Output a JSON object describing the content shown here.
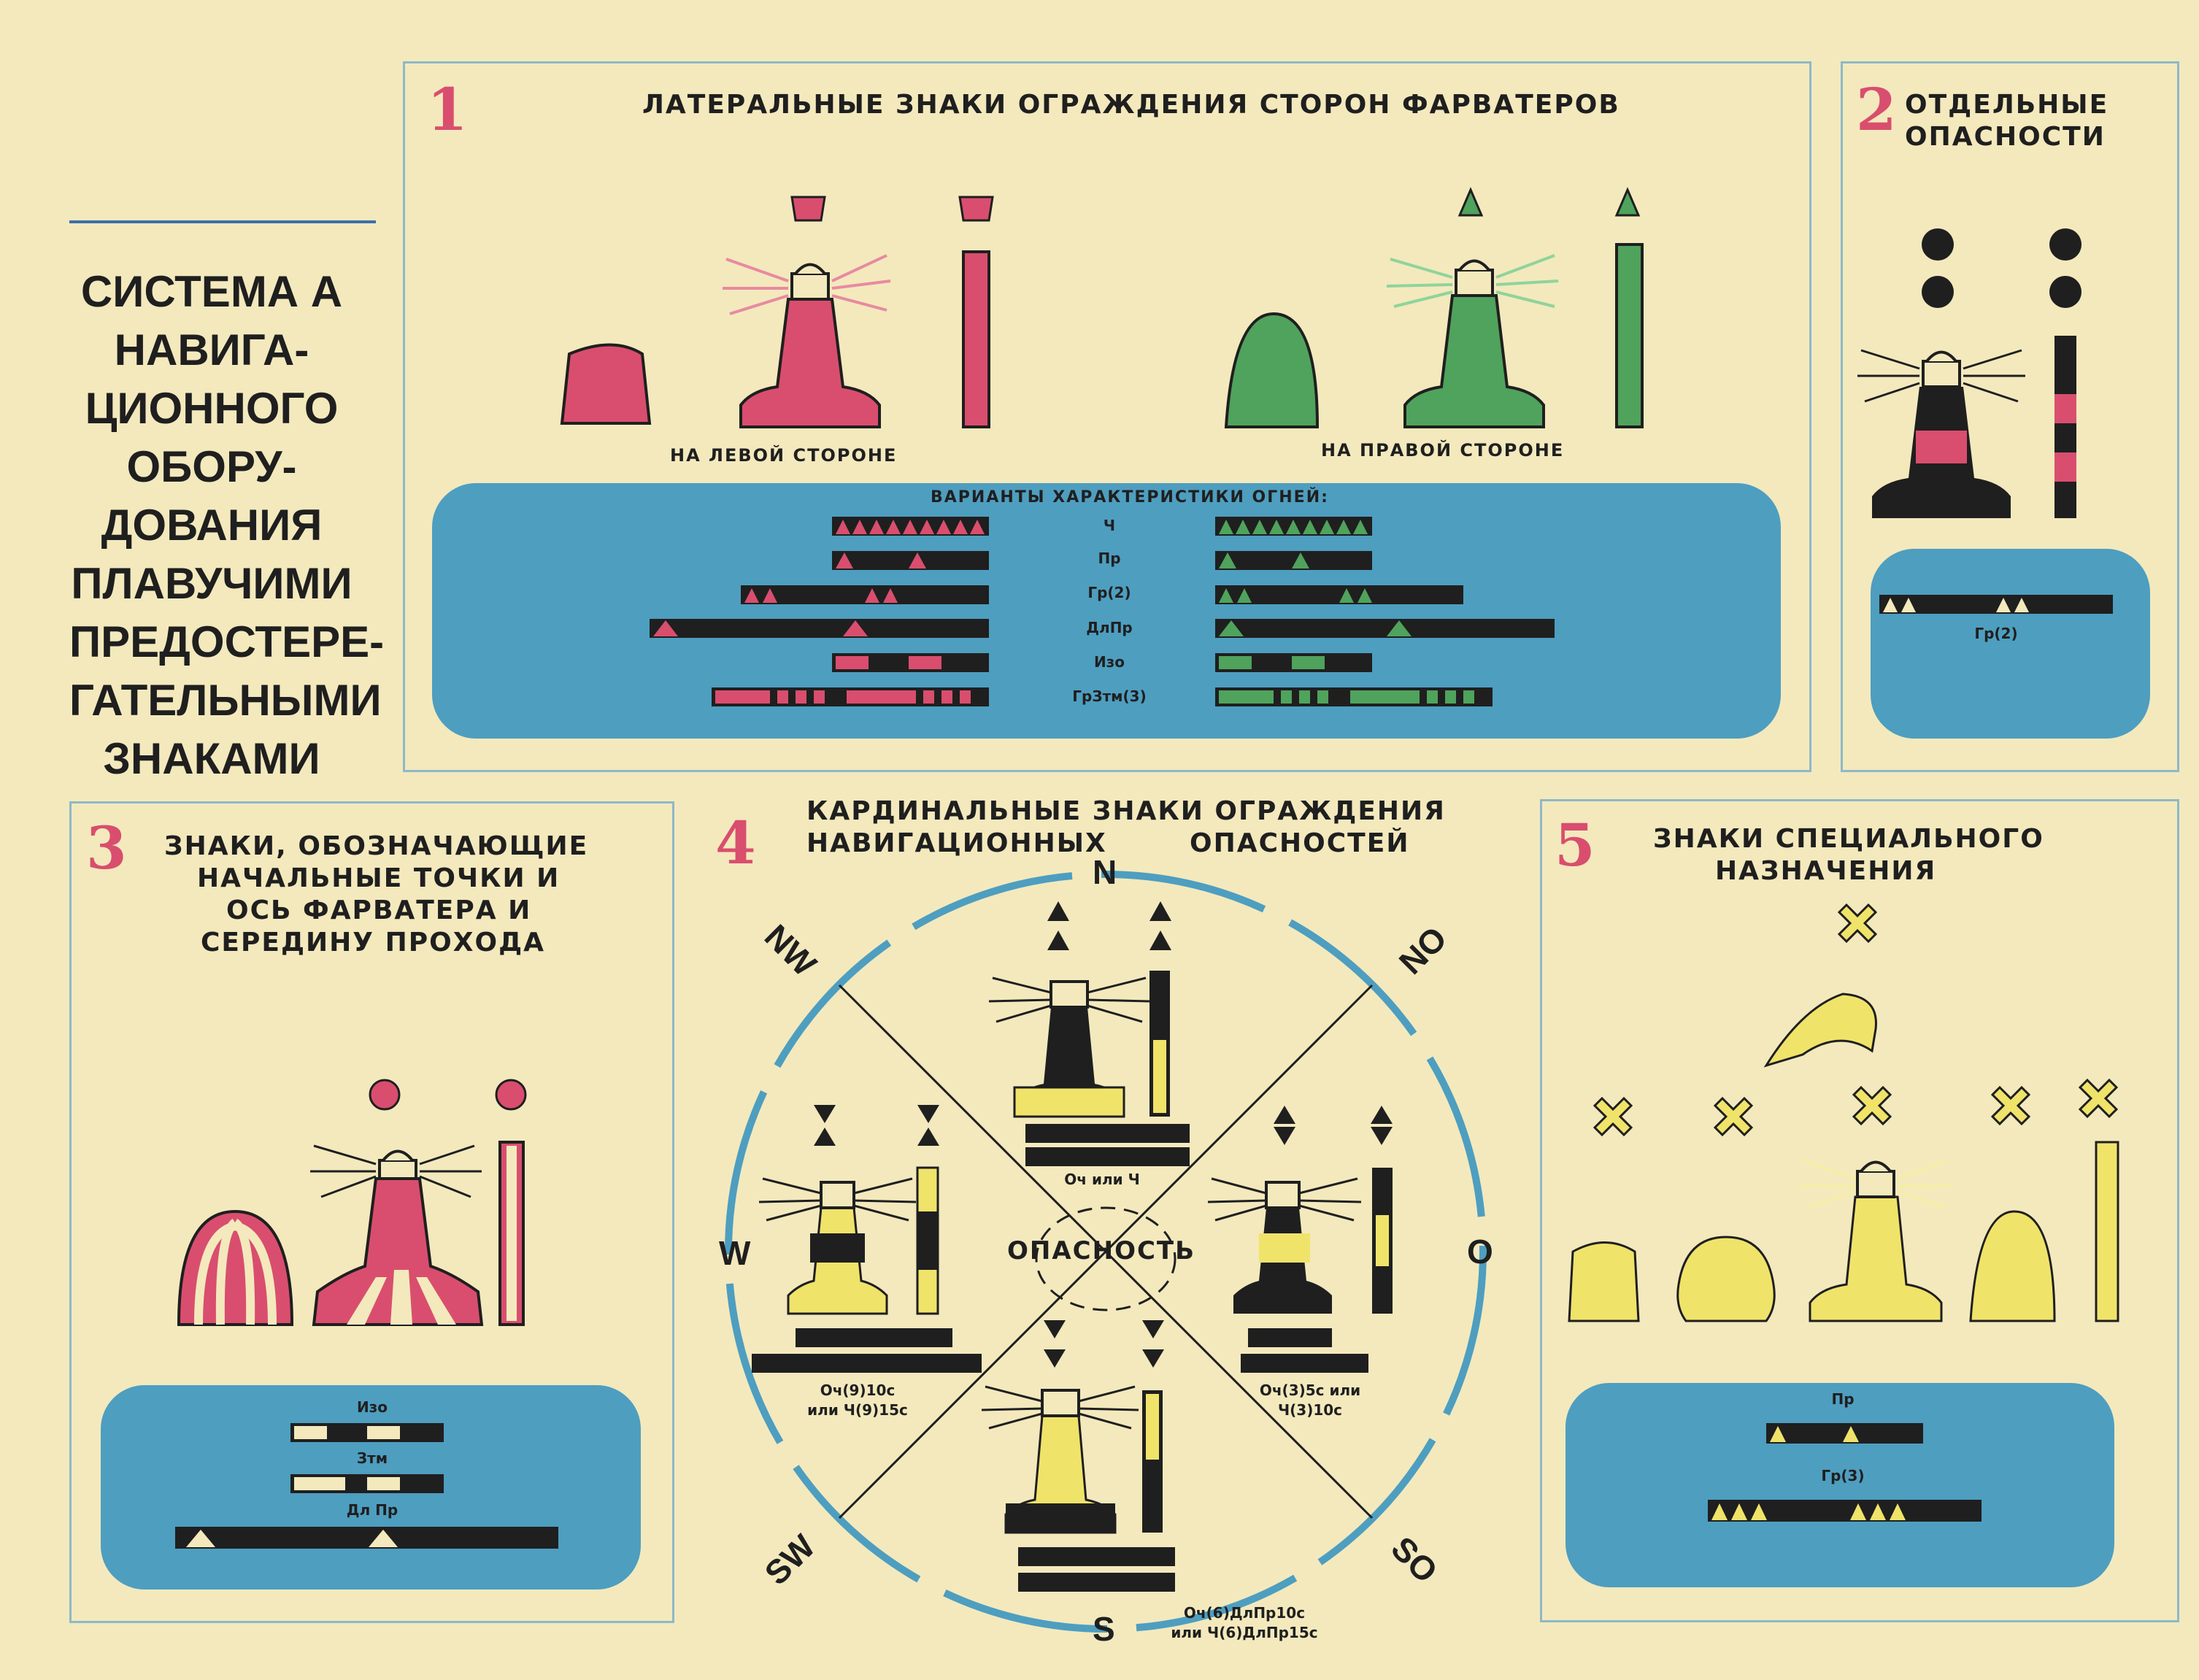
{
  "colors": {
    "red": "#d94e6e",
    "green": "#4fa35c",
    "yellow": "#f0e36a",
    "black": "#1f1f1f",
    "blue": "#4e9ec0",
    "paper": "#f3e9bd"
  },
  "main_title": [
    "СИСТЕМА А",
    "НАВИГА-",
    "ЦИОННОГО",
    "ОБОРУ-",
    "ДОВАНИЯ",
    "ПЛАВУЧИМИ",
    "ПРЕДОСТЕРЕ-",
    "ГАТЕЛЬНЫМИ",
    "ЗНАКАМИ"
  ],
  "panel1": {
    "number": "1",
    "title": "ЛАТЕРАЛЬНЫЕ ЗНАКИ ОГРАЖДЕНИЯ СТОРОН ФАРВАТЕРОВ",
    "left_label": "НА ЛЕВОЙ СТОРОНЕ",
    "right_label": "НА ПРАВОЙ СТОРОНЕ",
    "variants_title": "ВАРИАНТЫ ХАРАКТЕРИСТИКИ ОГНЕЙ:",
    "codes": [
      "Ч",
      "Пр",
      "Гр(2)",
      "ДлПр",
      "Изо",
      "ГрЗтм(3)"
    ]
  },
  "panel2": {
    "number": "2",
    "title_line1": "ОТДЕЛЬНЫЕ",
    "title_line2": "ОПАСНОСТИ",
    "code": "Гр(2)"
  },
  "panel3": {
    "number": "3",
    "title": [
      "ЗНАКИ, ОБОЗНАЧАЮЩИЕ",
      "НАЧАЛЬНЫЕ ТОЧКИ И",
      "ОСЬ ФАРВАТЕРА И",
      "СЕРЕДИНУ ПРОХОДА"
    ],
    "codes": [
      "Изо",
      "Зтм",
      "Дл Пр"
    ]
  },
  "panel4": {
    "number": "4",
    "title_line1": "КАРДИНАЛЬНЫЕ ЗНАКИ ОГРАЖДЕНИЯ",
    "title_line2a": "НАВИГАЦИОННЫХ",
    "title_line2b": "ОПАСНОСТЕЙ",
    "center": "ОПАСНОСТЬ",
    "directions": {
      "n": "N",
      "ne": "NO",
      "e": "O",
      "se": "SO",
      "s": "S",
      "sw": "SW",
      "w": "W",
      "nw": "NW"
    },
    "north_code": "Оч или Ч",
    "west_code": [
      "Оч(9)10с",
      "или Ч(9)15с"
    ],
    "east_code": [
      "Оч(3)5с или",
      "Ч(3)10с"
    ],
    "south_code": [
      "Оч(6)ДлПр10с",
      "или Ч(6)ДлПр15с"
    ]
  },
  "panel5": {
    "number": "5",
    "title_line1": "ЗНАКИ СПЕЦИАЛЬНОГО",
    "title_line2": "НАЗНАЧЕНИЯ",
    "codes": [
      "Пр",
      "Гр(3)"
    ]
  }
}
